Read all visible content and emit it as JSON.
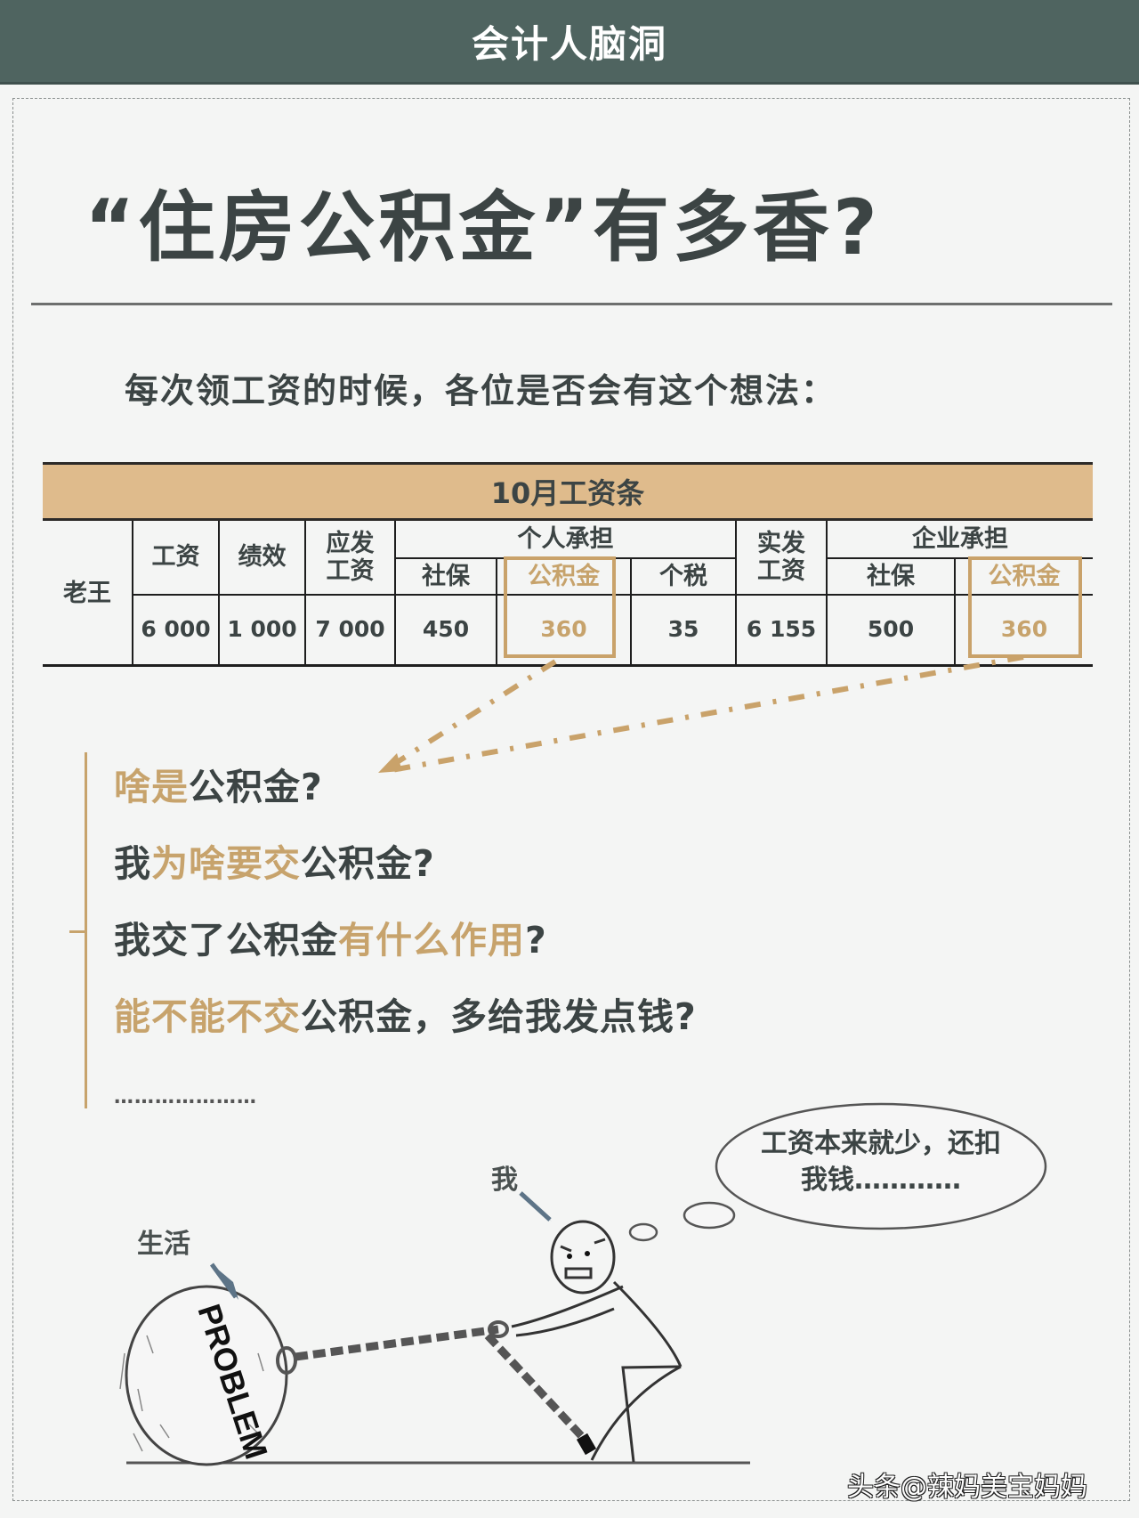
{
  "header": {
    "title": "会计人脑洞"
  },
  "main_title": "“住房公积金”有多香?",
  "subtitle": "每次领工资的时候，各位是否会有这个想法：",
  "colors": {
    "header_bg": "#4f6460",
    "accent_gold": "#c7a36c",
    "band_tan": "#dfbb8c",
    "text_dark": "#3c4444"
  },
  "payslip": {
    "title": "10月工资条",
    "row_label": "老王",
    "headers": {
      "salary": "工资",
      "performance": "绩效",
      "gross": "应发\n工资",
      "personal_group": "个人承担",
      "personal_social": "社保",
      "personal_fund": "公积金",
      "personal_tax": "个税",
      "net": "实发\n工资",
      "company_group": "企业承担",
      "company_social": "社保",
      "company_fund": "公积金"
    },
    "values": {
      "salary": "6 000",
      "performance": "1 000",
      "gross": "7 000",
      "personal_social": "450",
      "personal_fund": "360",
      "personal_tax": "35",
      "net": "6 155",
      "company_social": "500",
      "company_fund": "360"
    }
  },
  "questions": [
    {
      "parts": [
        {
          "t": "啥是",
          "hl": true
        },
        {
          "t": "公积金?",
          "hl": false
        }
      ]
    },
    {
      "parts": [
        {
          "t": "我",
          "hl": false
        },
        {
          "t": "为啥要交",
          "hl": true
        },
        {
          "t": "公积金?",
          "hl": false
        }
      ]
    },
    {
      "parts": [
        {
          "t": "我交了公积金",
          "hl": false
        },
        {
          "t": "有什么作用",
          "hl": true
        },
        {
          "t": "?",
          "hl": false
        }
      ]
    },
    {
      "parts": [
        {
          "t": "能不能不交",
          "hl": true
        },
        {
          "t": "公积金，多给我发点钱?",
          "hl": false
        }
      ]
    }
  ],
  "ellipsis": "…………………",
  "illustration": {
    "label_life": "生活",
    "label_me": "我",
    "ball_text": "PROBLEM",
    "thought_line1": "工资本来就少，还扣",
    "thought_line2": "我钱…………"
  },
  "watermark": "头条@辣妈美宝妈妈"
}
